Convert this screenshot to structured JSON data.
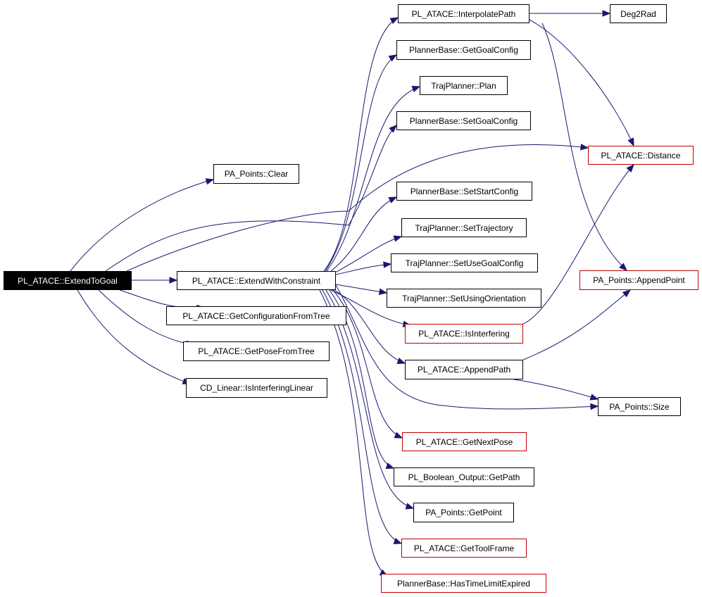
{
  "colors": {
    "edge": "#191970",
    "node_border": "#000000",
    "node_border_incomplete": "#c00000",
    "root_fill": "#000000",
    "root_text": "#ffffff"
  },
  "nodes": [
    {
      "id": "extend_to_goal",
      "label": "PL_ATACE::ExtendToGoal",
      "style": "root"
    },
    {
      "id": "clear",
      "label": "PA_Points::Clear",
      "style": "normal"
    },
    {
      "id": "extend_with_constraint",
      "label": "PL_ATACE::ExtendWithConstraint",
      "style": "normal"
    },
    {
      "id": "get_config_from_tree",
      "label": "PL_ATACE::GetConfigurationFromTree",
      "style": "normal"
    },
    {
      "id": "get_pose_from_tree",
      "label": "PL_ATACE::GetPoseFromTree",
      "style": "normal"
    },
    {
      "id": "is_interfering_linear",
      "label": "CD_Linear::IsInterferingLinear",
      "style": "normal"
    },
    {
      "id": "interpolate_path",
      "label": "PL_ATACE::InterpolatePath",
      "style": "normal"
    },
    {
      "id": "get_goal_config",
      "label": "PlannerBase::GetGoalConfig",
      "style": "normal"
    },
    {
      "id": "plan",
      "label": "TrajPlanner::Plan",
      "style": "normal"
    },
    {
      "id": "set_goal_config",
      "label": "PlannerBase::SetGoalConfig",
      "style": "normal"
    },
    {
      "id": "set_start_config",
      "label": "PlannerBase::SetStartConfig",
      "style": "normal"
    },
    {
      "id": "set_trajectory",
      "label": "TrajPlanner::SetTrajectory",
      "style": "normal"
    },
    {
      "id": "set_use_goal_config",
      "label": "TrajPlanner::SetUseGoalConfig",
      "style": "normal"
    },
    {
      "id": "set_using_orientation",
      "label": "TrajPlanner::SetUsingOrientation",
      "style": "normal"
    },
    {
      "id": "is_interfering",
      "label": "PL_ATACE::IsInterfering",
      "style": "red"
    },
    {
      "id": "append_path",
      "label": "PL_ATACE::AppendPath",
      "style": "normal"
    },
    {
      "id": "get_next_pose",
      "label": "PL_ATACE::GetNextPose",
      "style": "red"
    },
    {
      "id": "get_path",
      "label": "PL_Boolean_Output::GetPath",
      "style": "normal"
    },
    {
      "id": "get_point",
      "label": "PA_Points::GetPoint",
      "style": "normal"
    },
    {
      "id": "get_tool_frame",
      "label": "PL_ATACE::GetToolFrame",
      "style": "red"
    },
    {
      "id": "has_time_limit_expired",
      "label": "PlannerBase::HasTimeLimitExpired",
      "style": "red"
    },
    {
      "id": "deg2rad",
      "label": "Deg2Rad",
      "style": "normal"
    },
    {
      "id": "distance",
      "label": "PL_ATACE::Distance",
      "style": "red"
    },
    {
      "id": "append_point",
      "label": "PA_Points::AppendPoint",
      "style": "red"
    },
    {
      "id": "size",
      "label": "PA_Points::Size",
      "style": "normal"
    }
  ],
  "edges": [
    [
      "extend_to_goal",
      "clear"
    ],
    [
      "extend_to_goal",
      "extend_with_constraint"
    ],
    [
      "extend_to_goal",
      "get_config_from_tree"
    ],
    [
      "extend_to_goal",
      "get_pose_from_tree"
    ],
    [
      "extend_to_goal",
      "is_interfering_linear"
    ],
    [
      "extend_to_goal",
      "distance"
    ],
    [
      "extend_to_goal",
      "set_goal_config"
    ],
    [
      "extend_with_constraint",
      "interpolate_path"
    ],
    [
      "extend_with_constraint",
      "get_goal_config"
    ],
    [
      "extend_with_constraint",
      "plan"
    ],
    [
      "extend_with_constraint",
      "set_start_config"
    ],
    [
      "extend_with_constraint",
      "set_trajectory"
    ],
    [
      "extend_with_constraint",
      "set_use_goal_config"
    ],
    [
      "extend_with_constraint",
      "set_using_orientation"
    ],
    [
      "extend_with_constraint",
      "is_interfering"
    ],
    [
      "extend_with_constraint",
      "append_path"
    ],
    [
      "extend_with_constraint",
      "size"
    ],
    [
      "extend_with_constraint",
      "get_next_pose"
    ],
    [
      "extend_with_constraint",
      "get_path"
    ],
    [
      "extend_with_constraint",
      "get_point"
    ],
    [
      "extend_with_constraint",
      "get_tool_frame"
    ],
    [
      "extend_with_constraint",
      "has_time_limit_expired"
    ],
    [
      "interpolate_path",
      "deg2rad"
    ],
    [
      "interpolate_path",
      "distance"
    ],
    [
      "interpolate_path",
      "append_point"
    ],
    [
      "is_interfering",
      "distance"
    ],
    [
      "append_path",
      "append_point"
    ],
    [
      "append_path",
      "size"
    ]
  ]
}
